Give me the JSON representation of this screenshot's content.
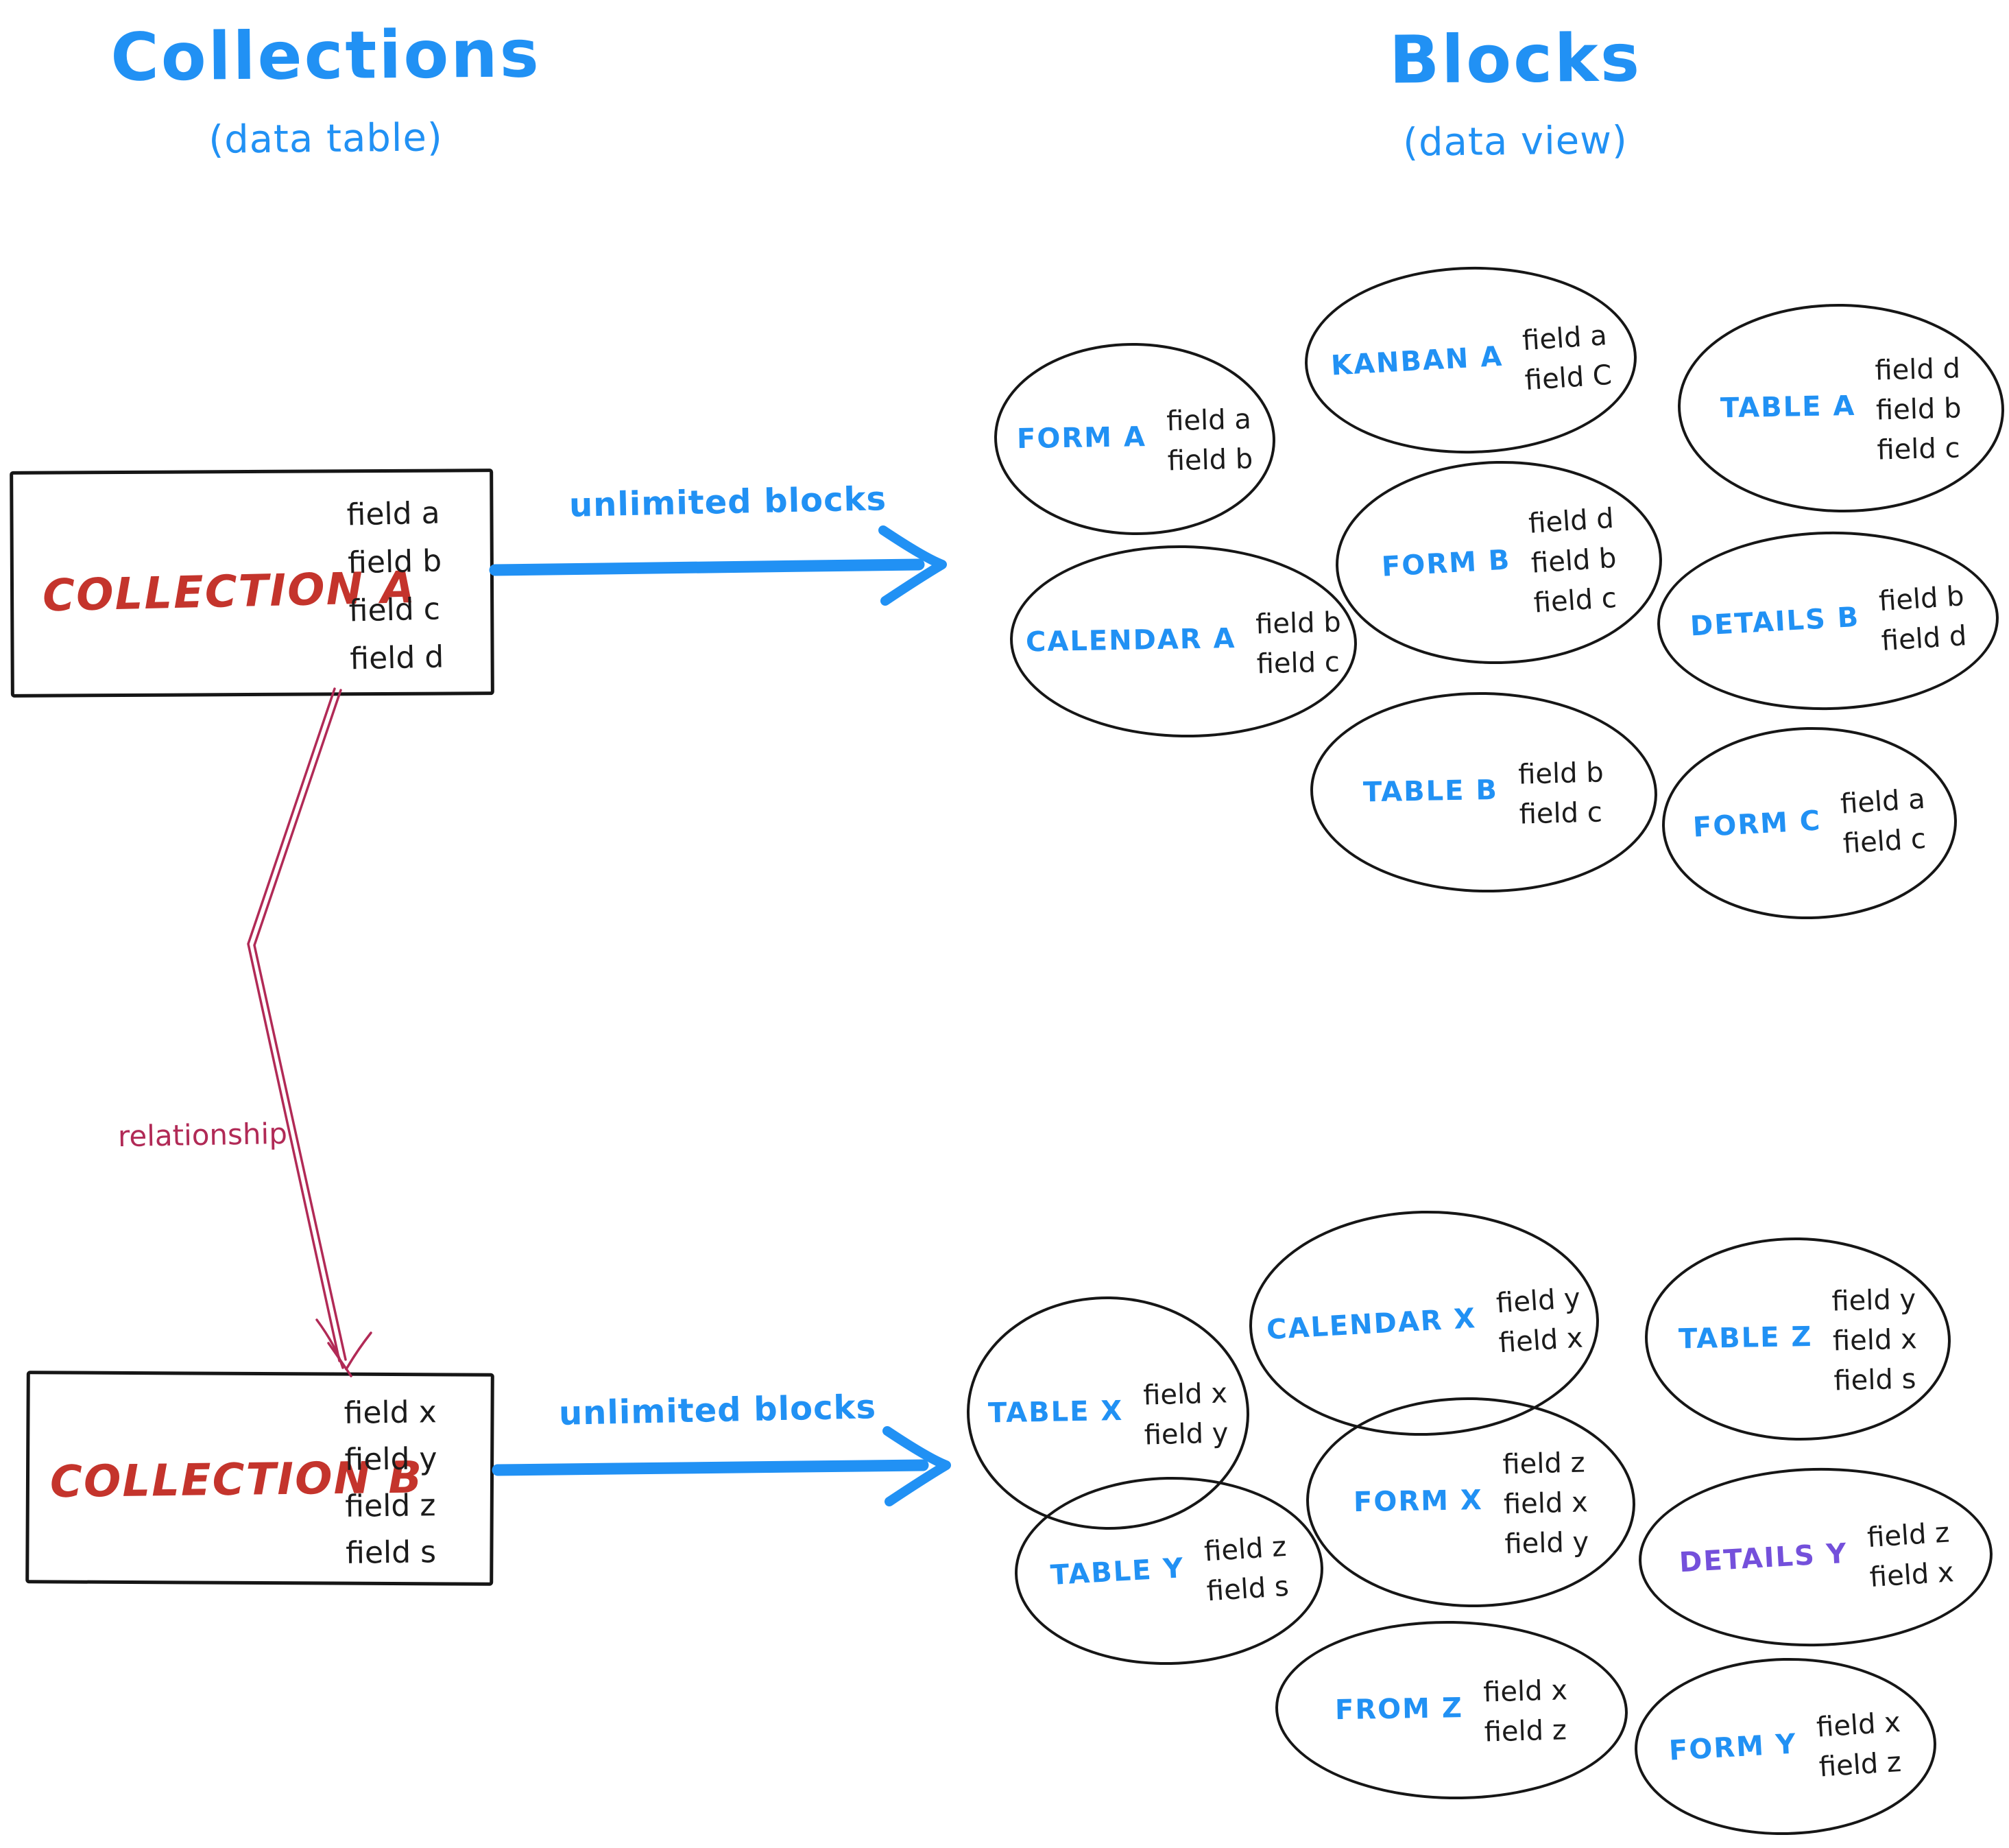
{
  "colors": {
    "accent_blue": "#2191f4",
    "collection_red": "#c4342c",
    "relationship_crimson": "#b12a56",
    "details_y_purple": "#7450db",
    "ink": "#161616"
  },
  "left_column": {
    "title": "Collections",
    "subtitle": "(data table)"
  },
  "right_column": {
    "title": "Blocks",
    "subtitle": "(data view)"
  },
  "collection_a": {
    "title": "COLLECTION A",
    "fields": [
      "field a",
      "field b",
      "field c",
      "field d"
    ],
    "arrow_label": "unlimited blocks"
  },
  "collection_b": {
    "title": "COLLECTION B",
    "fields": [
      "field x",
      "field y",
      "field z",
      "field s"
    ],
    "arrow_label": "unlimited blocks"
  },
  "relationship_label": "relationship",
  "blocks_a": {
    "items": [
      {
        "name": "FORM A",
        "fields": [
          "field a",
          "field b"
        ]
      },
      {
        "name": "KANBAN A",
        "fields": [
          "field a",
          "field C"
        ]
      },
      {
        "name": "TABLE A",
        "fields": [
          "field d",
          "field b",
          "field c"
        ]
      },
      {
        "name": "FORM B",
        "fields": [
          "field d",
          "field b",
          "field c"
        ]
      },
      {
        "name": "CALENDAR A",
        "fields": [
          "field b",
          "field c"
        ]
      },
      {
        "name": "DETAILS B",
        "fields": [
          "field b",
          "field d"
        ]
      },
      {
        "name": "TABLE B",
        "fields": [
          "field b",
          "field c"
        ]
      },
      {
        "name": "FORM C",
        "fields": [
          "field a",
          "field c"
        ]
      }
    ]
  },
  "blocks_b": {
    "items": [
      {
        "name": "TABLE X",
        "fields": [
          "field x",
          "field y"
        ]
      },
      {
        "name": "CALENDAR X",
        "fields": [
          "field y",
          "field x"
        ]
      },
      {
        "name": "TABLE Z",
        "fields": [
          "field y",
          "field x",
          "field s"
        ]
      },
      {
        "name": "TABLE Y",
        "fields": [
          "field z",
          "field s"
        ]
      },
      {
        "name": "FORM X",
        "fields": [
          "field z",
          "field x",
          "field y"
        ]
      },
      {
        "name": "DETAILS Y",
        "fields": [
          "field z",
          "field x"
        ],
        "color": "#7450db"
      },
      {
        "name": "FROM Z",
        "fields": [
          "field x",
          "field z"
        ]
      },
      {
        "name": "FORM Y",
        "fields": [
          "field x",
          "field z"
        ]
      }
    ]
  }
}
